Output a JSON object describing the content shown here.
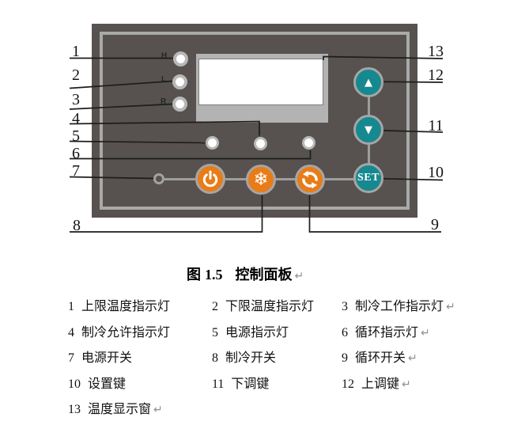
{
  "figure": {
    "caption": {
      "fig": "图",
      "number": "1.5",
      "title": "控制面板",
      "eol": "↵"
    },
    "panel": {
      "led_labels": {
        "h": "H",
        "l": "L",
        "r": "R"
      },
      "buttons": {
        "set": "SET"
      },
      "icons": {
        "up": "▲",
        "down": "▼",
        "snowflake": "❄",
        "power": "power-icon",
        "cycle": "cycle-arrows-icon"
      },
      "callouts": {
        "n1": "1",
        "n2": "2",
        "n3": "3",
        "n4": "4",
        "n5": "5",
        "n6": "6",
        "n7": "7",
        "n8": "8",
        "n9": "9",
        "n10": "10",
        "n11": "11",
        "n12": "12",
        "n13": "13"
      }
    },
    "colors": {
      "panel_body": "#575250",
      "panel_border": "#a9a9a9",
      "button_orange": "#e87c18",
      "button_teal": "#15898f",
      "ring_gray": "#a6a6a6",
      "display_gray": "#b3b3b3",
      "leader_line": "#1d1d1d"
    }
  },
  "legend": {
    "rows": [
      [
        {
          "num": "1",
          "label": "上限温度指示灯",
          "eol": ""
        },
        {
          "num": "2",
          "label": "下限温度指示灯",
          "eol": ""
        },
        {
          "num": "3",
          "label": "制冷工作指示灯",
          "eol": "↵"
        }
      ],
      [
        {
          "num": "4",
          "label": "制冷允许指示灯",
          "eol": ""
        },
        {
          "num": "5",
          "label": "电源指示灯",
          "eol": ""
        },
        {
          "num": "6",
          "label": "循环指示灯",
          "eol": "↵"
        }
      ],
      [
        {
          "num": "7",
          "label": "电源开关",
          "eol": ""
        },
        {
          "num": "8",
          "label": "制冷开关",
          "eol": ""
        },
        {
          "num": "9",
          "label": "循环开关",
          "eol": "↵"
        }
      ],
      [
        {
          "num": "10",
          "label": "设置键",
          "eol": ""
        },
        {
          "num": "11",
          "label": "下调键",
          "eol": ""
        },
        {
          "num": "12",
          "label": "上调键",
          "eol": "↵"
        }
      ],
      [
        {
          "num": "13",
          "label": "温度显示窗",
          "eol": "↵"
        }
      ]
    ]
  }
}
